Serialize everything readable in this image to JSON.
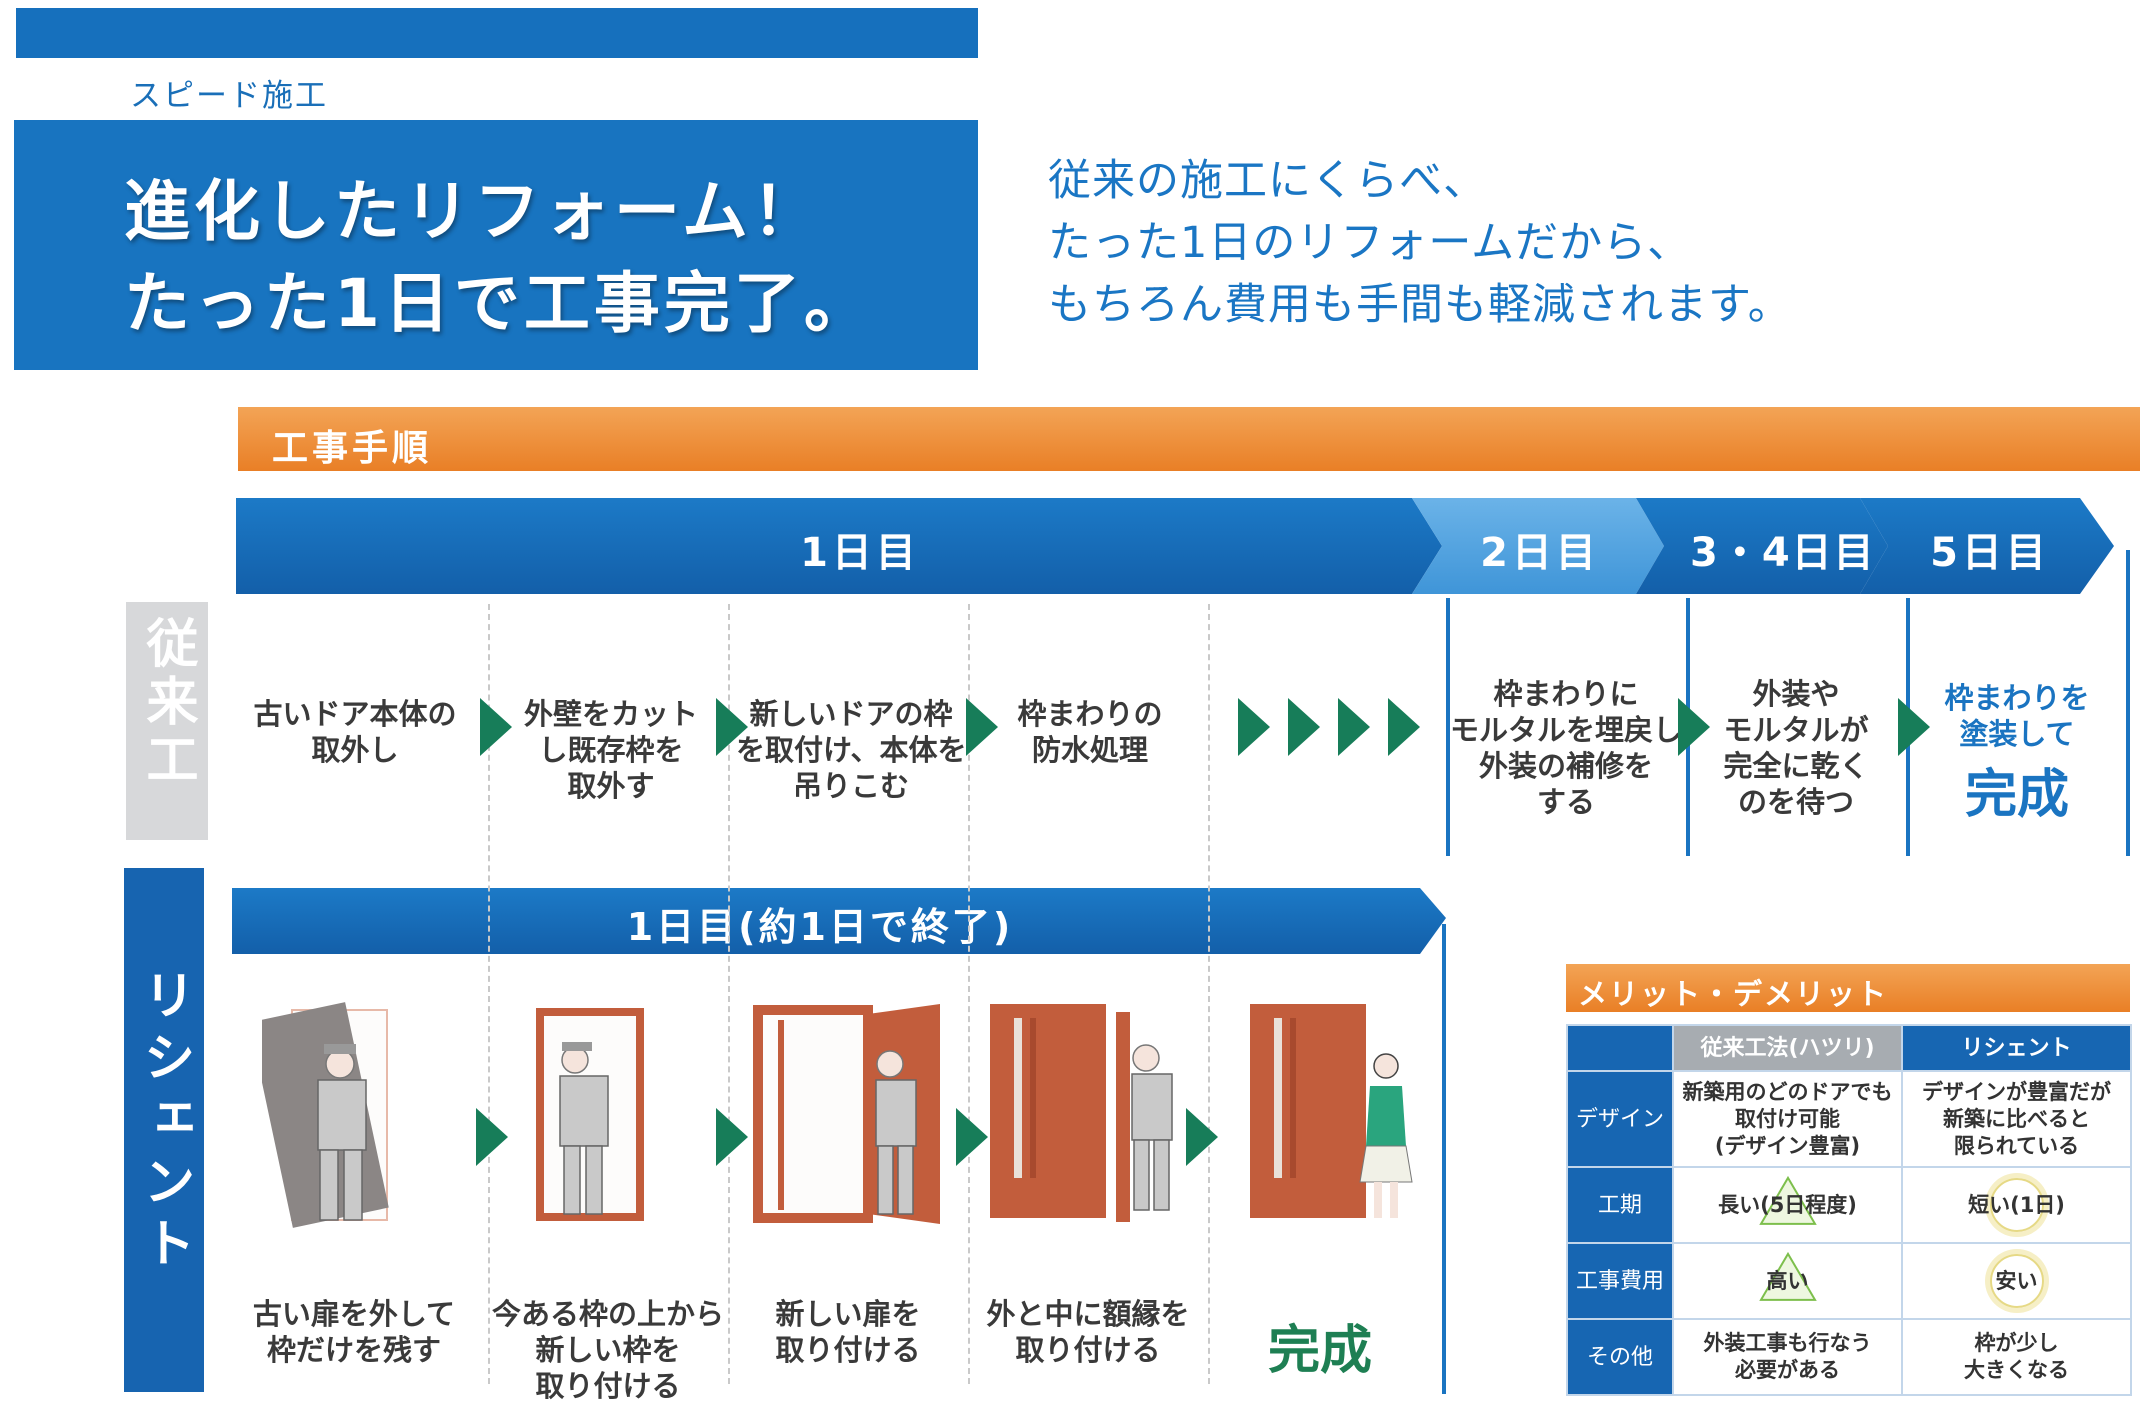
{
  "header": {
    "sub_label": "スピード施工",
    "title_line1": "進化したリフォーム！",
    "title_line2": "たった1日で工事完了。",
    "intro": [
      "従来の施工にくらべ、",
      "たった1日のリフォームだから、",
      "もちろん費用も手間も軽減されます。"
    ]
  },
  "process": {
    "title": "工事手順",
    "conventional": {
      "label": "従来工法",
      "days": [
        "1日目",
        "2日目",
        "3・4日目",
        "5日目"
      ],
      "steps": [
        [
          "古いドア本体の",
          "取外し"
        ],
        [
          "外壁をカット",
          "し既存枠を",
          "取外す"
        ],
        [
          "新しいドアの枠",
          "を取付け、本体を",
          "吊りこむ"
        ],
        [
          "枠まわりの",
          "防水処理"
        ],
        [
          "枠まわりに",
          "モルタルを埋戻し",
          "外装の補修を",
          "する"
        ],
        [
          "外装や",
          "モルタルが",
          "完全に乾く",
          "のを待つ"
        ],
        [
          "枠まわりを",
          "塗装して"
        ]
      ],
      "complete": "完成"
    },
    "recent": {
      "label": "リシェント",
      "day": "1日目(約1日で終了)",
      "steps": [
        [
          "古い扉を外して",
          "枠だけを残す"
        ],
        [
          "今ある枠の上から",
          "新しい枠を",
          "取り付ける"
        ],
        [
          "新しい扉を",
          "取り付ける"
        ],
        [
          "外と中に額縁を",
          "取り付ける"
        ]
      ],
      "complete": "完成"
    }
  },
  "merit": {
    "title": "メリット・デメリット",
    "columns": [
      "",
      "従来工法(ハツリ)",
      "リシェント"
    ],
    "rows": [
      {
        "label": "デザイン",
        "conv": [
          "新築用のどのドアでも",
          "取付け可能",
          "(デザイン豊富)"
        ],
        "rec": [
          "デザインが豊富だが",
          "新築に比べると",
          "限られている"
        ]
      },
      {
        "label": "工期",
        "conv": [
          "長い(5日程度)"
        ],
        "rec": [
          "短い(1日)"
        ]
      },
      {
        "label": "工事費用",
        "conv": [
          "高い"
        ],
        "rec": [
          "安い"
        ]
      },
      {
        "label": "その他",
        "conv": [
          "外装工事も行なう",
          "必要がある"
        ],
        "rec": [
          "枠が少し",
          "大きくなる"
        ]
      }
    ]
  },
  "colors": {
    "brand_blue": "#1874c0",
    "orange": "#ec8a33",
    "green_arrow": "#177d59",
    "light_blue": "#5aa7e0"
  }
}
